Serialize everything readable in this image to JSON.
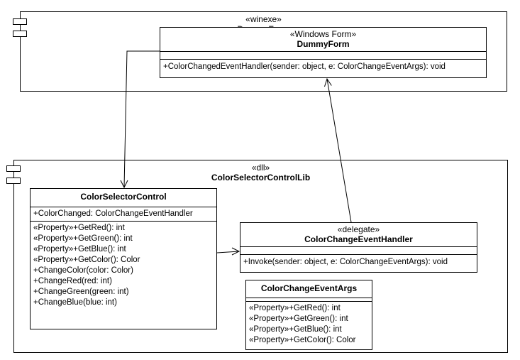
{
  "winexe_component": {
    "stereotype": "«winexe»",
    "name": "DummyForm"
  },
  "dll_component": {
    "stereotype": "«dll»",
    "name": "ColorSelectorControlLib"
  },
  "dummy_form": {
    "stereotype": "«Windows Form»",
    "name": "DummyForm",
    "operations": [
      "+ColorChangedEventHandler(sender: object, e: ColorChangeEventArgs): void"
    ]
  },
  "color_selector_control": {
    "name": "ColorSelectorControl",
    "attributes": [
      "+ColorChanged: ColorChangeEventHandler"
    ],
    "operations": [
      "«Property»+GetRed(): int",
      "«Property»+GetGreen(): int",
      "«Property»+GetBlue(): int",
      "«Property»+GetColor(): Color",
      "+ChangeColor(color: Color)",
      "+ChangeRed(red: int)",
      "+ChangeGreen(green: int)",
      "+ChangeBlue(blue: int)"
    ]
  },
  "color_change_event_handler": {
    "stereotype": "«delegate»",
    "name": "ColorChangeEventHandler",
    "operations": [
      "+Invoke(sender: object, e: ColorChangeEventArgs): void"
    ]
  },
  "color_change_event_args": {
    "name": "ColorChangeEventArgs",
    "operations": [
      "«Property»+GetRed(): int",
      "«Property»+GetGreen(): int",
      "«Property»+GetBlue(): int",
      "«Property»+GetColor(): Color"
    ]
  }
}
